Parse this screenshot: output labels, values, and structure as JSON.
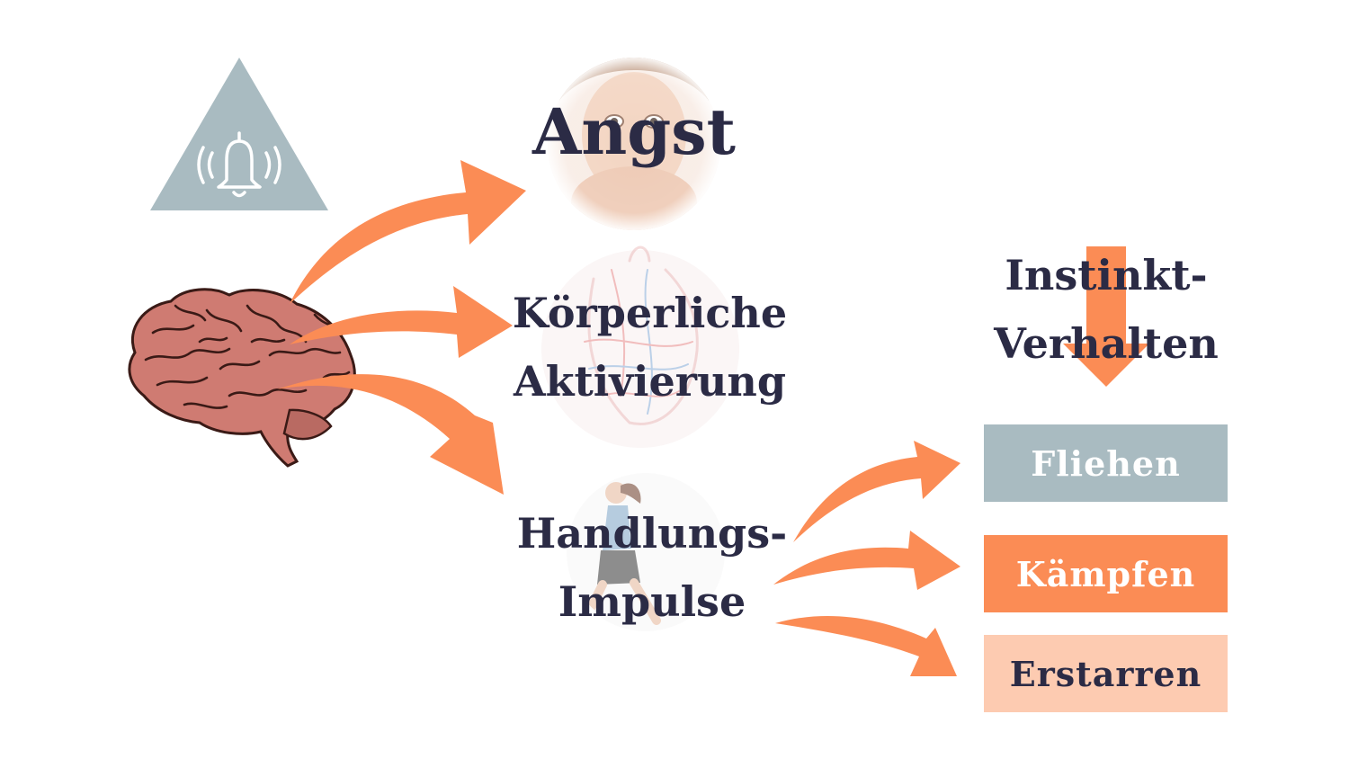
{
  "colors": {
    "arrow": "#fb8c55",
    "text_dark": "#2b2b45",
    "triangle": "#a9bbc1",
    "fliehen_bg": "#a9bbc1",
    "kaempfen_bg": "#fb8c55",
    "erstarren_bg": "#fdcbb1"
  },
  "icons": {
    "alarm": "bell-icon",
    "brain": "brain-illustration",
    "angst": "frightened-face-photo",
    "aktivierung": "heart-anatomy-illustration",
    "impulse": "running-woman-photo"
  },
  "nodes": {
    "angst": "Angst",
    "aktivierung_line1": "Körperliche",
    "aktivierung_line2": "Aktivierung",
    "impulse_line1": "Handlungs-",
    "impulse_line2": "Impulse",
    "instinkt_line1": "Instinkt-",
    "instinkt_line2": "Verhalten"
  },
  "responses": [
    "Fliehen",
    "Kämpfen",
    "Erstarren"
  ]
}
